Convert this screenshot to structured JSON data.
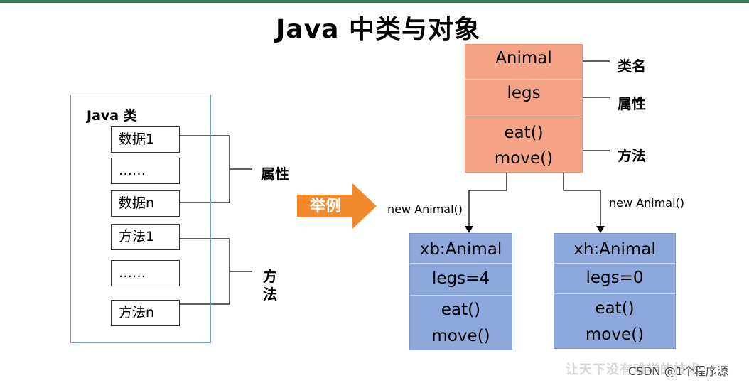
{
  "title": "Java 中类与对象",
  "left": {
    "title": "Java 类",
    "fields": [
      "数据1",
      "……",
      "数据n",
      "方法1",
      "……",
      "方法n"
    ],
    "attr_label": "属性",
    "method_label_line1": "方",
    "method_label_line2": "法"
  },
  "arrow": {
    "label": "举例",
    "color": "#f08a2c"
  },
  "class_box": {
    "name": "Animal",
    "attr": "legs",
    "method1": "eat()",
    "method2": "move()",
    "color": "#f6a488"
  },
  "annotations": {
    "class_name": "类名",
    "attribute": "属性",
    "method": "方法"
  },
  "instantiation": {
    "left": "new Animal()",
    "right": "new Animal()"
  },
  "objects": [
    {
      "name": "xb:Animal",
      "attr": "legs=4",
      "method1": "eat()",
      "method2": "move()"
    },
    {
      "name": "xh:Animal",
      "attr": "legs=0",
      "method1": "eat()",
      "method2": "move()"
    }
  ],
  "object_color": "#8fa8dc",
  "watermark": "让天下没有难学的技术",
  "credit": "CSDN @1个程序源"
}
